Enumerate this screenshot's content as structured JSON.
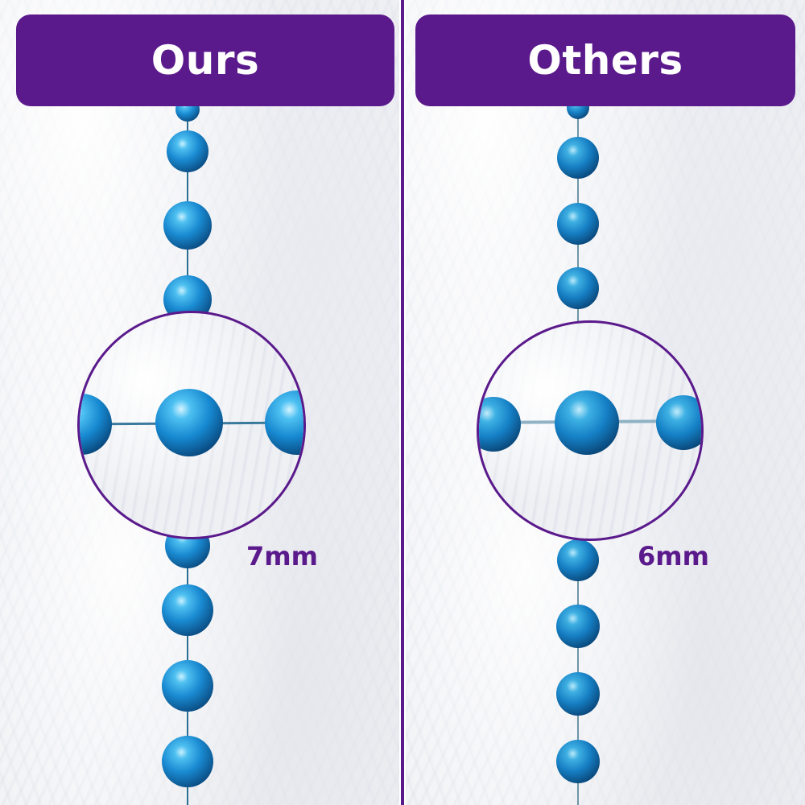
{
  "left_panel": {
    "title": "Ours",
    "size_label": "7mm"
  },
  "right_panel": {
    "title": "Others",
    "size_label": "6mm"
  },
  "colors": {
    "accent": "#5b1a8c",
    "bead": "#1c8fd6",
    "background": "#f1f2f5"
  }
}
